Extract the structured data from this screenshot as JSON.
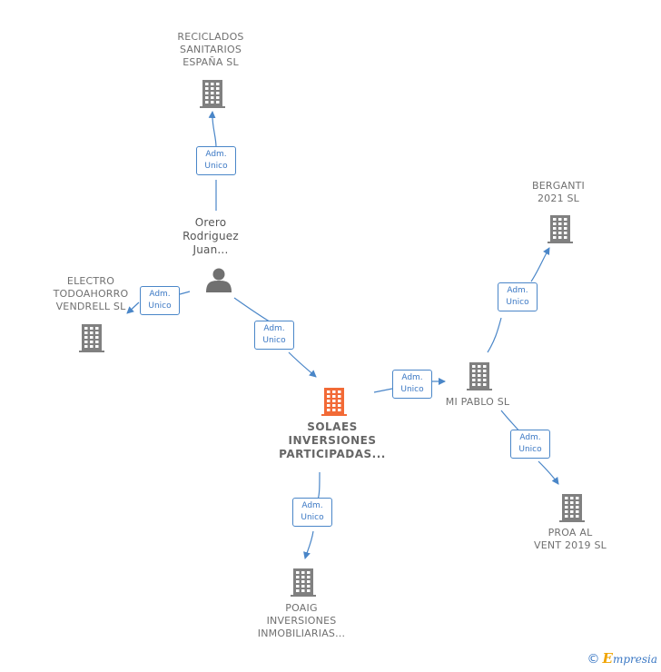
{
  "nodes": {
    "reciclados": {
      "label": "RECICLADOS\nSANITARIOS\nESPAÑA  SL",
      "type": "company"
    },
    "orero": {
      "label": "Orero\nRodriguez\nJuan...",
      "type": "person"
    },
    "electro": {
      "label": "ELECTRO\nTODOAHORRO\nVENDRELL  SL",
      "type": "company"
    },
    "solaes": {
      "label": "SOLAES\nINVERSIONES\nPARTICIPADAS...",
      "type": "company-main"
    },
    "berganti": {
      "label": "BERGANTI\n2021  SL",
      "type": "company"
    },
    "mipablo": {
      "label": "MI PABLO  SL",
      "type": "company"
    },
    "proa": {
      "label": "PROA AL\nVENT 2019  SL",
      "type": "company"
    },
    "poaig": {
      "label": "POAIG\nINVERSIONES\nINMOBILIARIAS...",
      "type": "company"
    }
  },
  "edges": [
    {
      "from": "orero",
      "to": "reciclados",
      "label": "Adm.\nUnico"
    },
    {
      "from": "orero",
      "to": "electro",
      "label": "Adm.\nUnico"
    },
    {
      "from": "orero",
      "to": "solaes",
      "label": "Adm.\nUnico"
    },
    {
      "from": "solaes",
      "to": "mipablo",
      "label": "Adm.\nUnico"
    },
    {
      "from": "solaes",
      "to": "poaig",
      "label": "Adm.\nUnico"
    },
    {
      "from": "mipablo",
      "to": "berganti",
      "label": "Adm.\nUnico"
    },
    {
      "from": "mipablo",
      "to": "proa",
      "label": "Adm.\nUnico"
    }
  ],
  "colors": {
    "edge": "#4a86c8",
    "company": "#808080",
    "main": "#f26a36",
    "person": "#707070"
  },
  "footer": {
    "copyright": "©",
    "brand_initial": "E",
    "brand_rest": "mpresia"
  }
}
